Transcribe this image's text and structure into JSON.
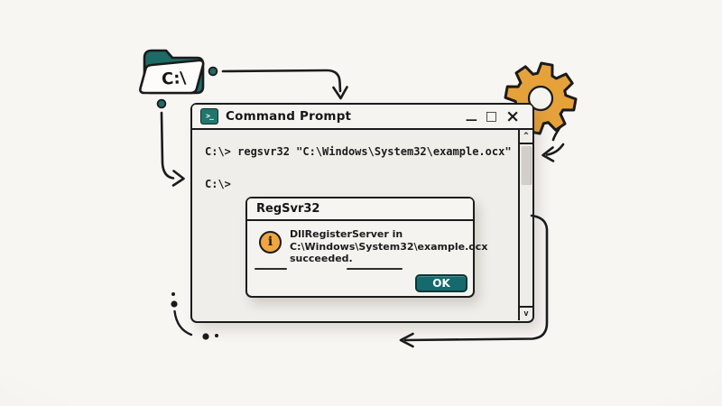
{
  "colors": {
    "teal": "#1e6b66",
    "teal_button": "#156a6d",
    "orange_gear": "#e6a23a",
    "orange_info": "#efa63f",
    "ink": "#1b1b1b",
    "background": "#f6f4f1"
  },
  "folder": {
    "label": "C:\\"
  },
  "window": {
    "title": "Command Prompt",
    "title_icon_glyph": ">_",
    "controls": [
      {
        "name": "minimize",
        "glyph": "—"
      },
      {
        "name": "maximize",
        "glyph": "□"
      },
      {
        "name": "close",
        "glyph": "×"
      }
    ],
    "console_lines": [
      "C:\\> regsvr32 \"C:\\Windows\\System32\\example.ocx\"",
      "C:\\>"
    ],
    "scrollbar": {
      "up_glyph": "^",
      "down_glyph": "v"
    }
  },
  "dialog": {
    "title": "RegSvr32",
    "info_icon_glyph": "i",
    "message_lines": [
      "DllRegisterServer in",
      "C:\\Windows\\System32\\example.ocx",
      "succeeded."
    ],
    "ok_label": "OK"
  }
}
